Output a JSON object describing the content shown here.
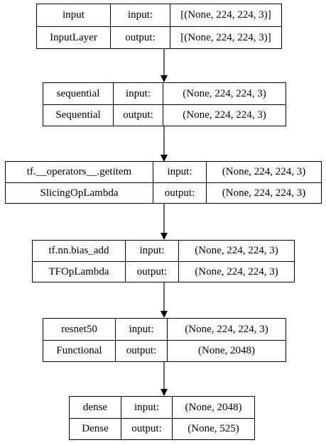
{
  "nodes": [
    {
      "name": "input",
      "class_name": "InputLayer",
      "input_label": "input:",
      "input_shape": "[(None, 224, 224, 3)]",
      "output_label": "output:",
      "output_shape": "[(None, 224, 224, 3)]"
    },
    {
      "name": "sequential",
      "class_name": "Sequential",
      "input_label": "input:",
      "input_shape": "(None, 224, 224, 3)",
      "output_label": "output:",
      "output_shape": "(None, 224, 224, 3)"
    },
    {
      "name": "tf.__operators__.getitem",
      "class_name": "SlicingOpLambda",
      "input_label": "input:",
      "input_shape": "(None, 224, 224, 3)",
      "output_label": "output:",
      "output_shape": "(None, 224, 224, 3)"
    },
    {
      "name": "tf.nn.bias_add",
      "class_name": "TFOpLambda",
      "input_label": "input:",
      "input_shape": "(None, 224, 224, 3)",
      "output_label": "output:",
      "output_shape": "(None, 224, 224, 3)"
    },
    {
      "name": "resnet50",
      "class_name": "Functional",
      "input_label": "input:",
      "input_shape": "(None, 224, 224, 3)",
      "output_label": "output:",
      "output_shape": "(None, 2048)"
    },
    {
      "name": "dense",
      "class_name": "Dense",
      "input_label": "input:",
      "input_shape": "(None, 2048)",
      "output_label": "output:",
      "output_shape": "(None, 525)"
    }
  ]
}
